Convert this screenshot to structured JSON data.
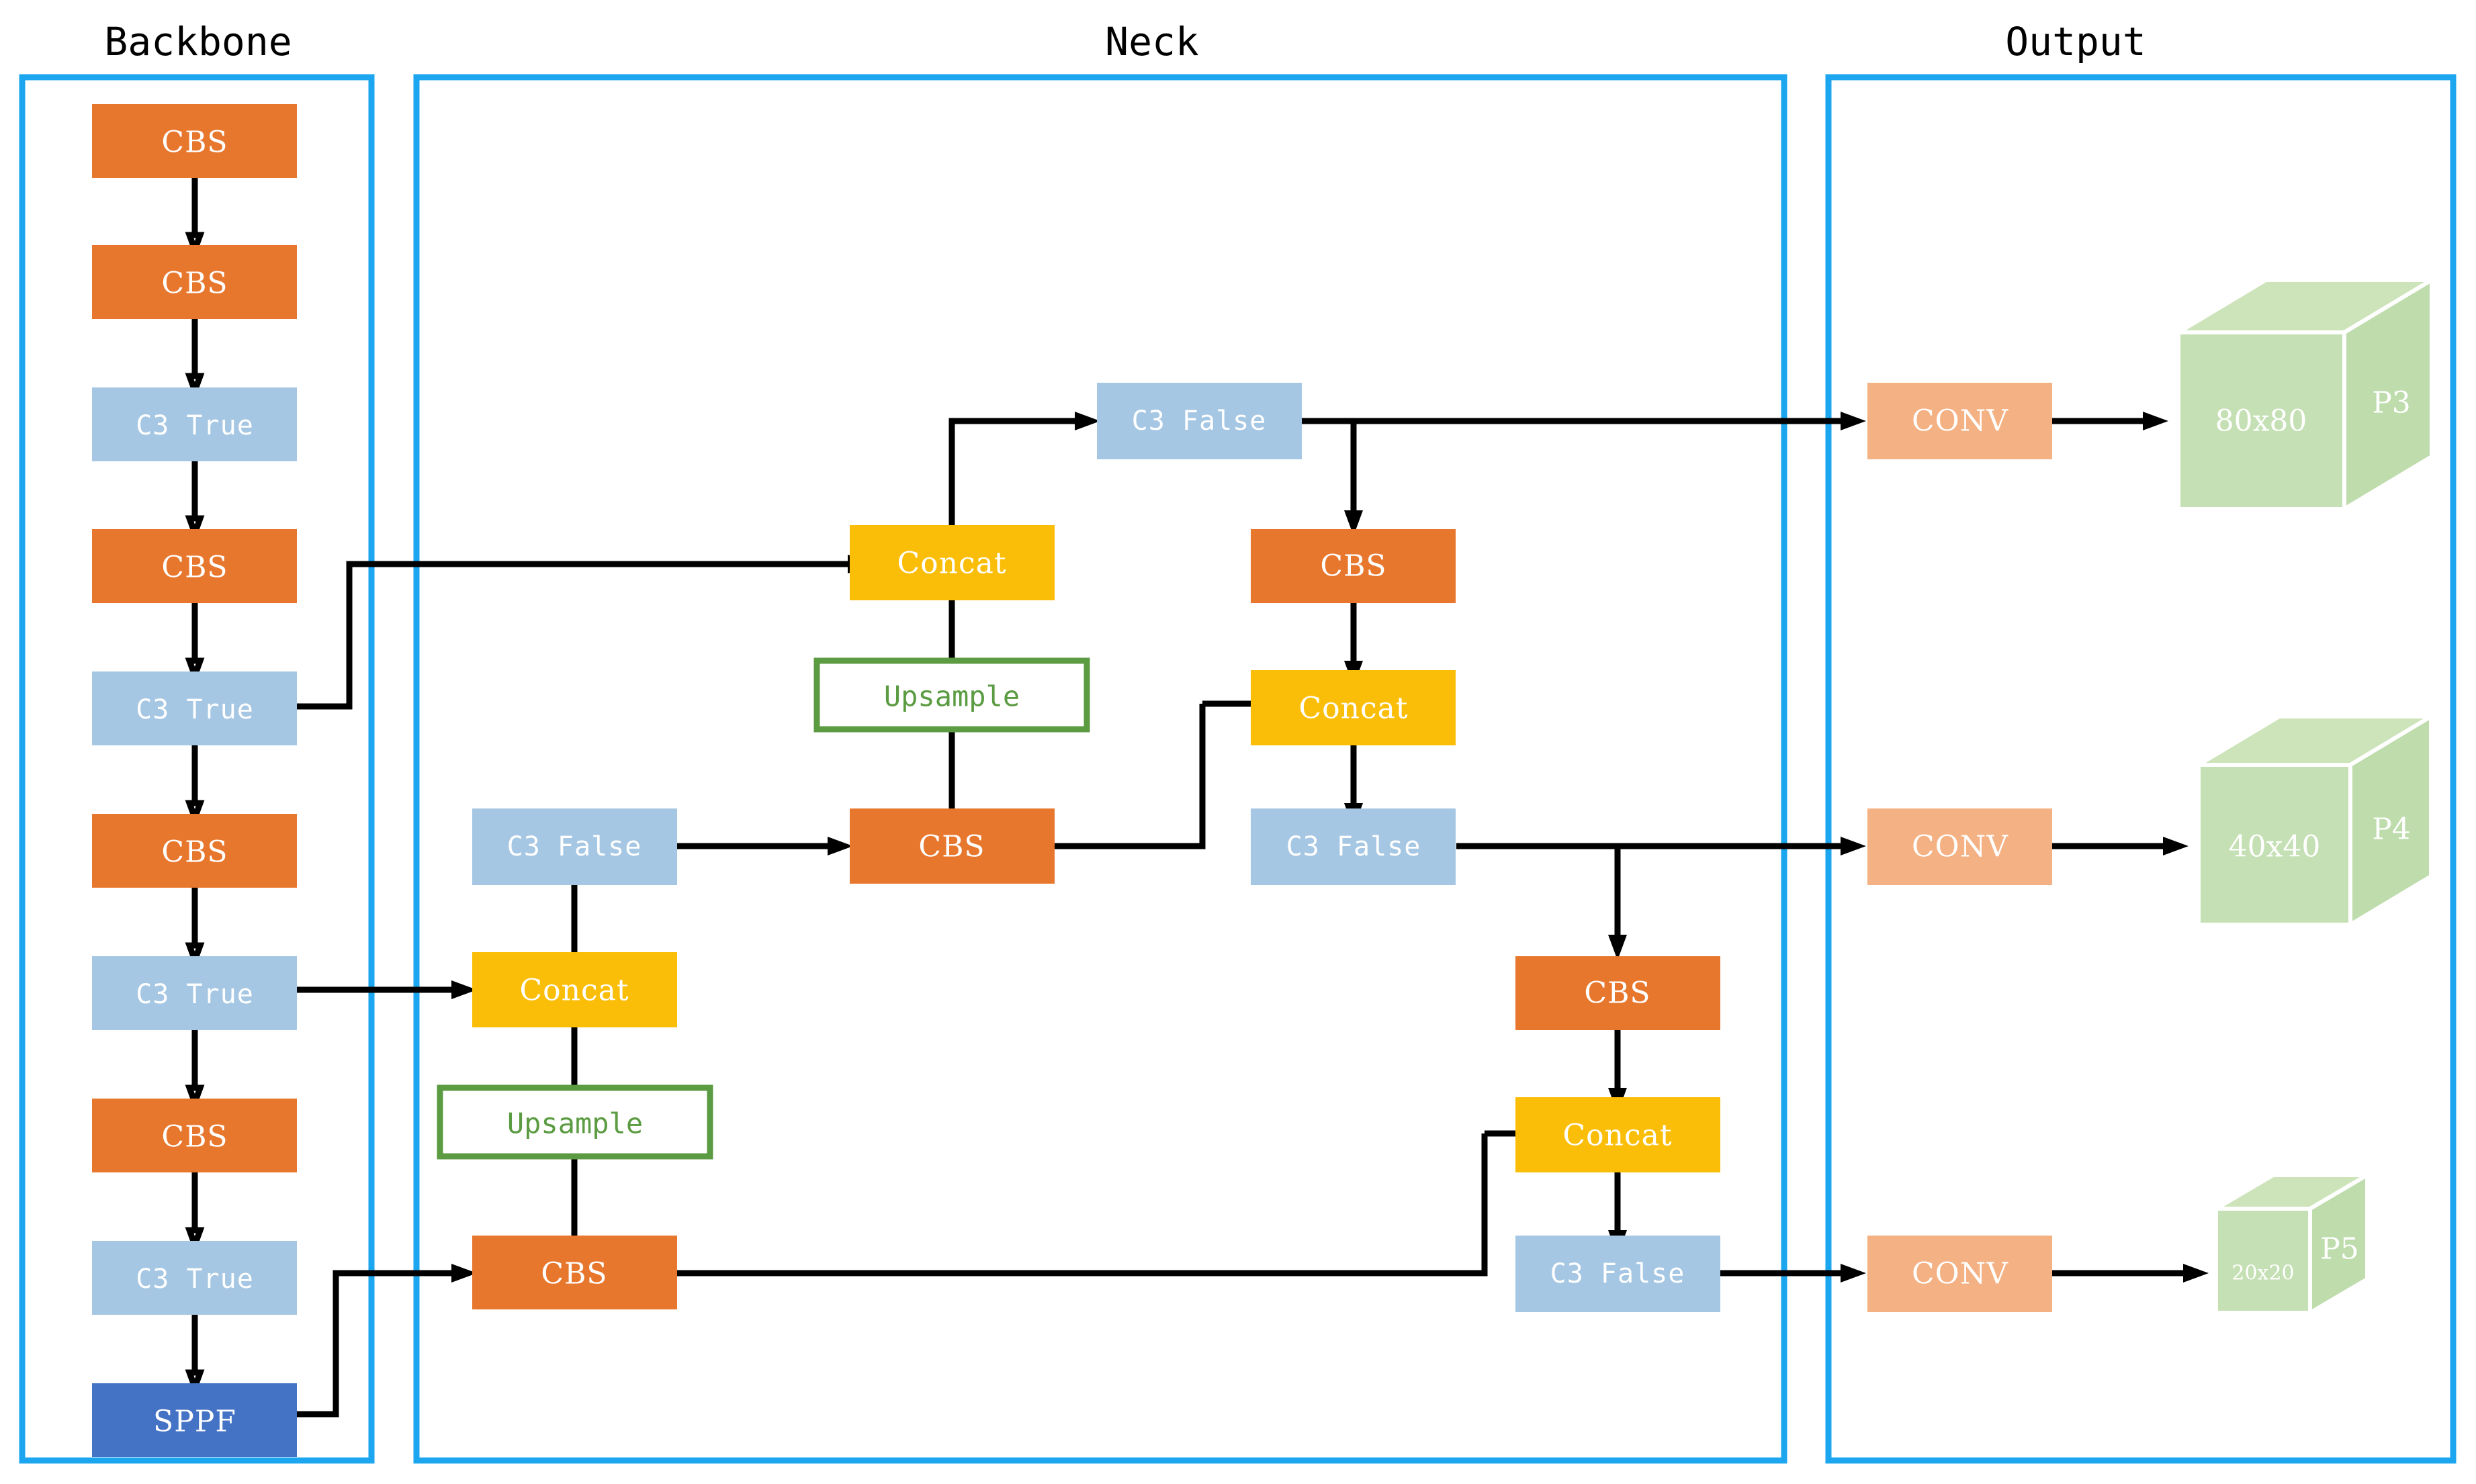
{
  "diagram": {
    "title_font_color": "#000000",
    "panel_border_color": "#1BA6EF",
    "arrow_color": "#000000",
    "colors": {
      "cbs": "#E8772E",
      "c3": "#A5C7E3",
      "concat": "#FBBE08",
      "sppf": "#4472C4",
      "upsample_border": "#5B9B41",
      "upsample_fill": "#FFFFFF",
      "conv": "#F4B183",
      "cube": "#C5E0B4",
      "panel": "#1BA6EF"
    }
  },
  "sections": [
    {
      "id": "backbone",
      "label": "Backbone"
    },
    {
      "id": "neck",
      "label": "Neck"
    },
    {
      "id": "output",
      "label": "Output"
    }
  ],
  "backbone": {
    "blocks": [
      {
        "id": "bb-cbs-1",
        "label": "CBS",
        "type": "cbs"
      },
      {
        "id": "bb-cbs-2",
        "label": "CBS",
        "type": "cbs"
      },
      {
        "id": "bb-c3-1",
        "label": "C3 True",
        "type": "c3"
      },
      {
        "id": "bb-cbs-3",
        "label": "CBS",
        "type": "cbs"
      },
      {
        "id": "bb-c3-2",
        "label": "C3 True",
        "type": "c3"
      },
      {
        "id": "bb-cbs-4",
        "label": "CBS",
        "type": "cbs"
      },
      {
        "id": "bb-c3-3",
        "label": "C3 True",
        "type": "c3"
      },
      {
        "id": "bb-cbs-5",
        "label": "CBS",
        "type": "cbs"
      },
      {
        "id": "bb-c3-4",
        "label": "C3 True",
        "type": "c3"
      },
      {
        "id": "bb-sppf",
        "label": "SPPF",
        "type": "sppf"
      }
    ]
  },
  "neck": {
    "blocks": [
      {
        "id": "nk-cbs-a",
        "label": "CBS",
        "type": "cbs"
      },
      {
        "id": "nk-ups-a",
        "label": "Upsample",
        "type": "upsample"
      },
      {
        "id": "nk-concat-a",
        "label": "Concat",
        "type": "concat"
      },
      {
        "id": "nk-c3-a",
        "label": "C3 False",
        "type": "c3"
      },
      {
        "id": "nk-cbs-b",
        "label": "CBS",
        "type": "cbs"
      },
      {
        "id": "nk-ups-b",
        "label": "Upsample",
        "type": "upsample"
      },
      {
        "id": "nk-concat-b",
        "label": "Concat",
        "type": "concat"
      },
      {
        "id": "nk-c3-b",
        "label": "C3 False",
        "type": "c3"
      },
      {
        "id": "nk-cbs-c",
        "label": "CBS",
        "type": "cbs"
      },
      {
        "id": "nk-concat-c",
        "label": "Concat",
        "type": "concat"
      },
      {
        "id": "nk-c3-c",
        "label": "C3 False",
        "type": "c3"
      },
      {
        "id": "nk-cbs-d",
        "label": "CBS",
        "type": "cbs"
      },
      {
        "id": "nk-concat-d",
        "label": "Concat",
        "type": "concat"
      },
      {
        "id": "nk-c3-d",
        "label": "C3 False",
        "type": "c3"
      }
    ]
  },
  "output": {
    "heads": [
      {
        "id": "out-p3",
        "conv_label": "CONV",
        "size_label": "80x80",
        "level_label": "P3"
      },
      {
        "id": "out-p4",
        "conv_label": "CONV",
        "size_label": "40x40",
        "level_label": "P4"
      },
      {
        "id": "out-p5",
        "conv_label": "CONV",
        "size_label": "20x20",
        "level_label": "P5"
      }
    ]
  }
}
